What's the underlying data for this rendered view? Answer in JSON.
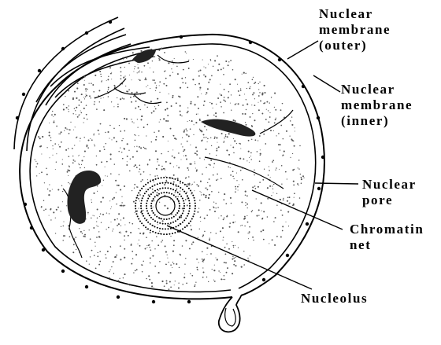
{
  "diagram": {
    "labels": {
      "outer_membrane": [
        "Nuclear",
        "membrane",
        "(outer)"
      ],
      "inner_membrane": [
        "Nuclear",
        "membrane",
        "(inner)"
      ],
      "nuclear_pore": [
        "Nuclear",
        "pore"
      ],
      "chromatin": [
        "Chromatin",
        "net"
      ],
      "nucleolus": [
        "Nucleolus"
      ]
    }
  }
}
